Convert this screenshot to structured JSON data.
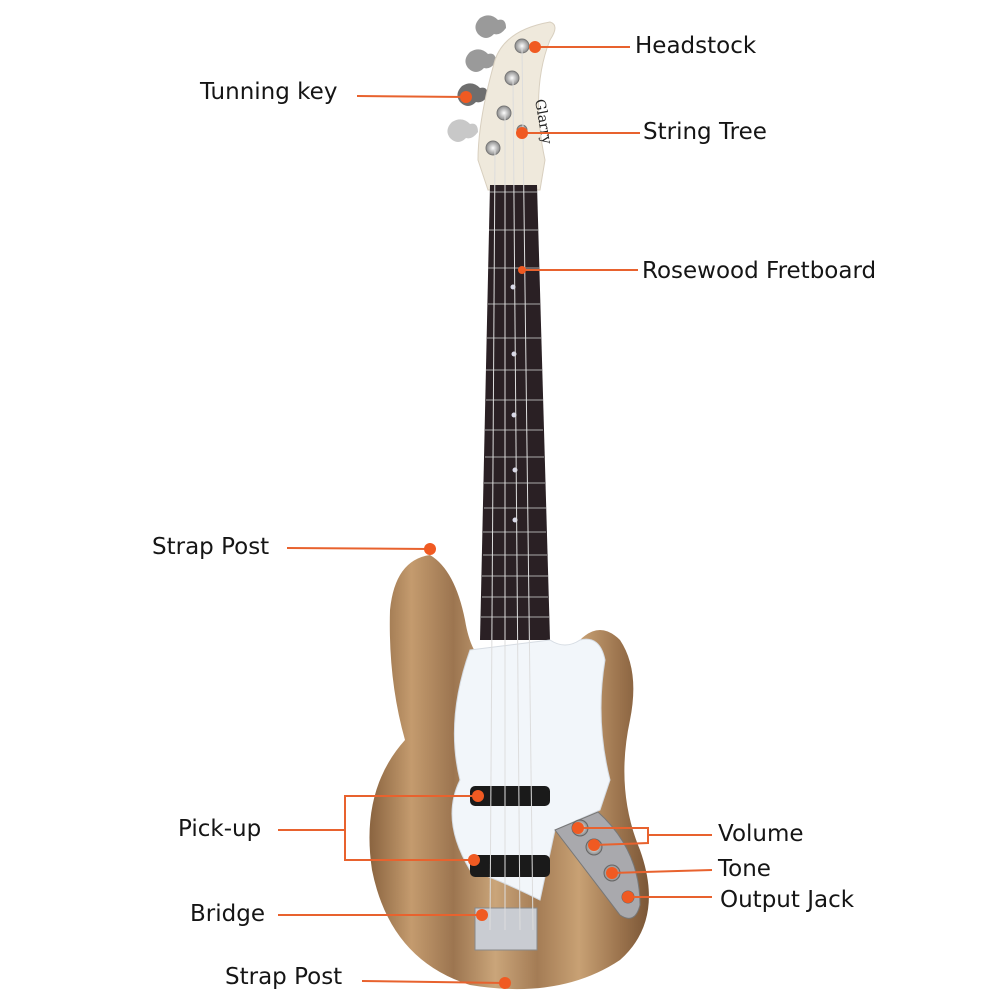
{
  "colors": {
    "accent": "#f05a22",
    "line": "#e8622e",
    "wood": "#b58a5c",
    "fretboard": "#2a2024",
    "pickguard": "#f2f6fa"
  },
  "headstock_logo": "Glarry",
  "labels": {
    "headstock": "Headstock",
    "tuning_key": "Tunning key",
    "string_tree": "String Tree",
    "fretboard": "Rosewood Fretboard",
    "strap_post_top": "Strap Post",
    "pickup": "Pick-up",
    "bridge": "Bridge",
    "strap_post_bottom": "Strap Post",
    "volume": "Volume",
    "tone": "Tone",
    "output_jack": "Output Jack"
  }
}
